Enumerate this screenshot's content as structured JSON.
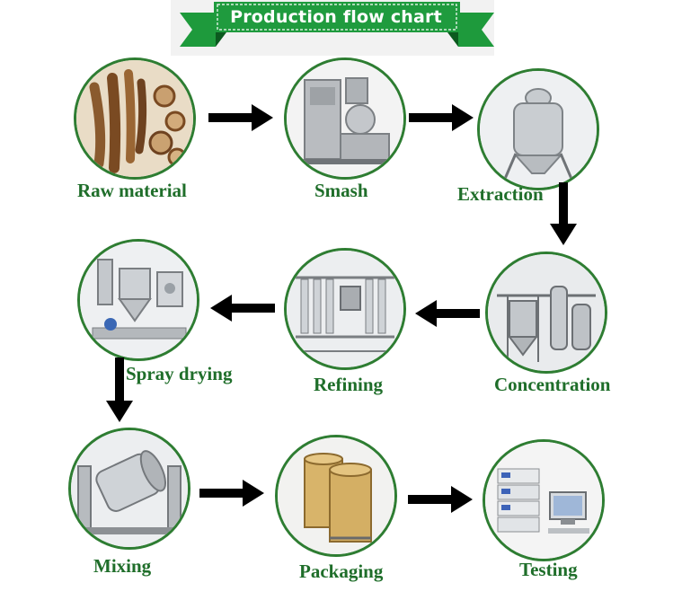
{
  "title": "Production flow chart",
  "colors": {
    "accent": "#2e7d32",
    "label": "#1f6e2a",
    "arrow": "#000000"
  },
  "steps": [
    {
      "label": "Raw material",
      "icon": "raw-material-roots-image"
    },
    {
      "label": "Smash",
      "icon": "grinder-machine-image"
    },
    {
      "label": "Extraction",
      "icon": "extraction-tank-image"
    },
    {
      "label": "Concentration",
      "icon": "concentrator-equipment-image"
    },
    {
      "label": "Refining",
      "icon": "refining-equipment-image"
    },
    {
      "label": "Spray drying",
      "icon": "spray-dryer-image"
    },
    {
      "label": "Mixing",
      "icon": "mixer-machine-image"
    },
    {
      "label": "Packaging",
      "icon": "fiber-drums-image"
    },
    {
      "label": "Testing",
      "icon": "hplc-instrument-image"
    }
  ]
}
